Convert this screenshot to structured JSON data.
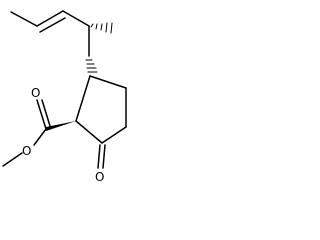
{
  "molecule": {
    "atom_labels": {
      "ketone_oxygen": "O",
      "ester_carbonyl_oxygen": "O",
      "ester_ether_oxygen": "O"
    },
    "colors": {
      "bond": "#000000",
      "background": "#ffffff"
    }
  }
}
